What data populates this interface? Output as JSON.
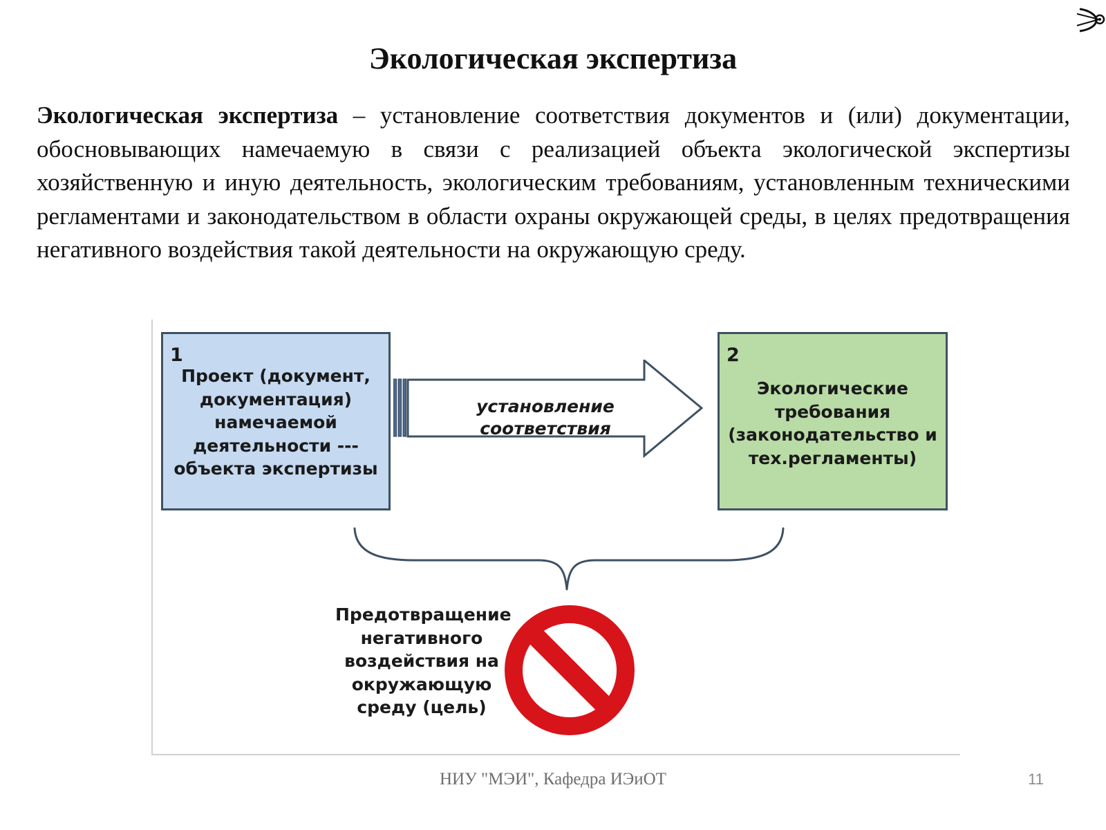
{
  "slide": {
    "title": "Экологическая экспертиза",
    "definition": {
      "term": "Экологическая экспертиза",
      "text": " – установление соответствия документов и (или) документации, обосновывающих намечаемую в связи с реализацией объекта экологической экспертизы хозяйственную и иную деятельность, экологическим требованиям, установленным техническими регламентами и законодательством в области охраны окружающей среды, в целях предотвращения негативного воздействия такой деятельности на окружающую среду."
    },
    "footer": "НИУ \"МЭИ\", Кафедра ИЭиОТ",
    "page_number": "11"
  },
  "diagram": {
    "box1": {
      "number": "1",
      "lines": [
        "Проект (документ,",
        "документация)",
        "намечаемой",
        "деятельности ---",
        "объекта экспертизы"
      ]
    },
    "arrow": {
      "lines": [
        "установление",
        "соответствия"
      ]
    },
    "box2": {
      "number": "2",
      "lines": [
        "Экологические",
        "требования",
        "(законодательство и",
        "тех.регламенты)"
      ]
    },
    "goal": {
      "lines": [
        "Предотвращение",
        "негативного",
        "воздействия на",
        "окружающую",
        "среду (цель)"
      ]
    }
  },
  "colors": {
    "box1_fill": "#c5d9f1",
    "box2_fill": "#b9dba6",
    "box_border": "#3e5163",
    "prohibition_sign": "#d7141a"
  }
}
